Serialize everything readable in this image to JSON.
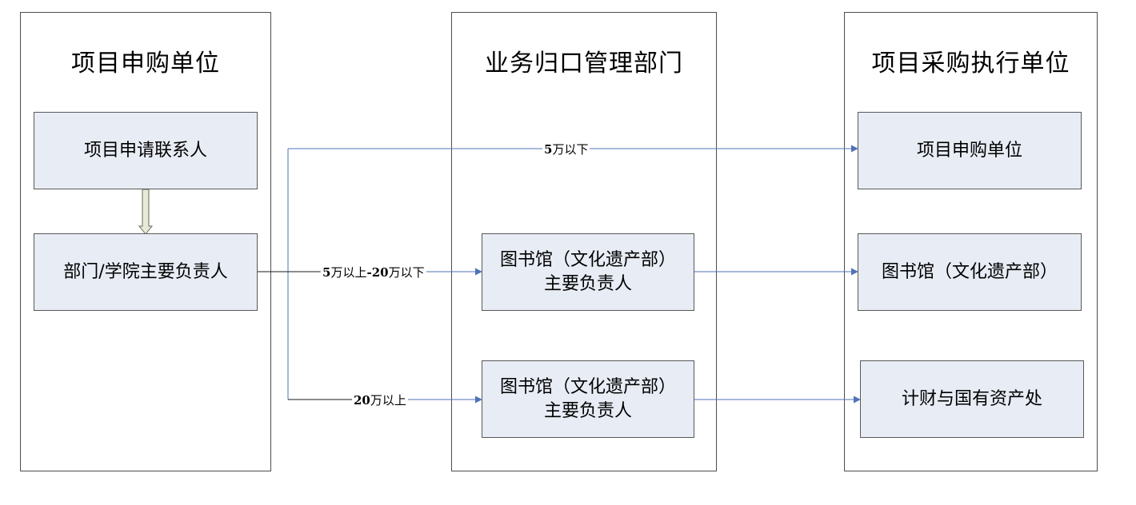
{
  "lanes": {
    "applicant": {
      "title": "项目申购单位"
    },
    "management": {
      "title": "业务归口管理部门"
    },
    "execution": {
      "title": "项目采购执行单位"
    }
  },
  "nodes": {
    "contact": "项目申请联系人",
    "dept_head": "部门/学院主要负责人",
    "lib_head_1": "图书馆（文化遗产部）\n主要负责人",
    "lib_head_2": "图书馆（文化遗产部）\n主要负责人",
    "exec_applicant": "项目申购单位",
    "exec_library": "图书馆（文化遗产部）",
    "exec_finance": "计财与国有资产处"
  },
  "edges": {
    "under_5": {
      "num": "5",
      "text": "万以下"
    },
    "between": {
      "num1": "5",
      "text1": "万以上",
      "sep": "-",
      "num2": "20",
      "text2": "万以下"
    },
    "over_20": {
      "num": "20",
      "text": "万以上"
    }
  },
  "colors": {
    "box_fill": "#e8ecf5",
    "connector_blue": "#4f72b8",
    "connector_dark": "#1a1a1a",
    "down_arrow_fill": "#e6ead8"
  }
}
